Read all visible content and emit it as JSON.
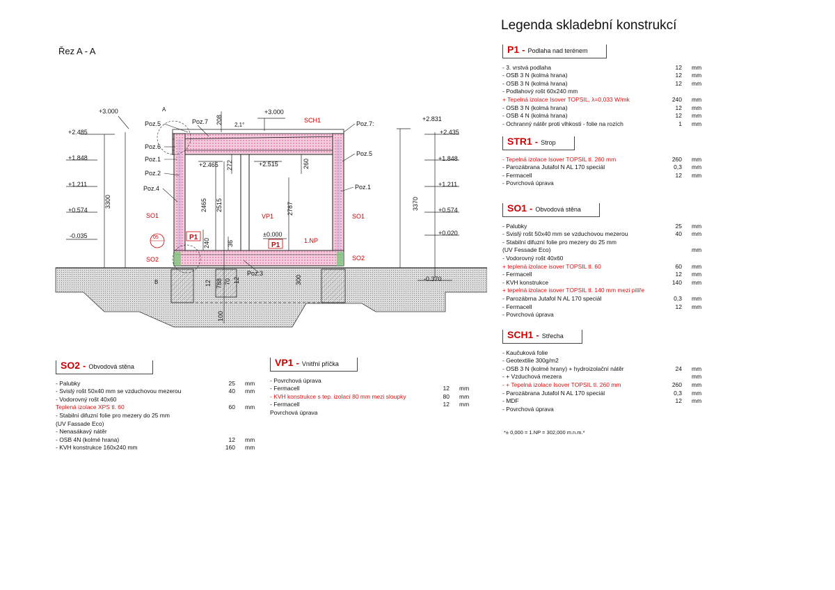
{
  "page_title": "Legenda skladební konstrukcí",
  "section_title": "Řez A - A",
  "drawing": {
    "elevations": {
      "left": [
        "+3.000",
        "+2.485",
        "+1.848",
        "+1.211",
        "+0.574",
        "-0.035"
      ],
      "right": [
        "+2.831",
        "+2.435",
        "+1.848",
        "+1.211",
        "+0.574",
        "+0.020",
        "-0.370"
      ],
      "center": [
        "+3.000",
        "+2.465",
        "+2.515",
        "±0.000"
      ]
    },
    "dims": {
      "left_total": "3300",
      "right_total": "3370",
      "top": "208",
      "d2465": "2465",
      "d2515": "2515",
      "d272": "272",
      "d260": "260",
      "d2787": "2787",
      "d240": "240",
      "d36": "36",
      "d12a": "12",
      "d788": "788",
      "d70": "70",
      "d12b": "12",
      "d300": "300",
      "d100": "100",
      "slope": "2,1°"
    },
    "pos_labels": [
      "Poz.5",
      "Poz.7",
      "Poz.6",
      "Poz.1",
      "Poz.2",
      "Poz.4",
      "Poz.7:",
      "Poz.5",
      "Poz.1",
      "Poz.3"
    ],
    "tags": {
      "SO1_left": "SO1",
      "SO1_right": "SO1",
      "VP1": "VP1",
      "SO2_left": "SO2",
      "SO2_right": "SO2",
      "P1_left": "P1",
      "P1_center": "P1",
      "SCH1": "SCH1",
      "NP": "1.NP",
      "detail": "05",
      "A": "A",
      "B": "B"
    }
  },
  "legend": {
    "P1": {
      "code": "P1",
      "name": "Podlaha nad terénem",
      "rows": [
        {
          "t": "- 3. vrstvá podlaha",
          "v": "12",
          "u": "mm"
        },
        {
          "t": "- OSB 3 N (kolmá hrana)",
          "v": "12",
          "u": "mm"
        },
        {
          "t": "- OSB 3 N (kolmá hrana)",
          "v": "12",
          "u": "mm"
        },
        {
          "t": "- Podlahový rošt 60x240 mm",
          "v": "",
          "u": ""
        },
        {
          "t": "   + Tepelná izolace Isover TOPSIL, λ=0,033 W/mk",
          "v": "240",
          "u": "mm",
          "red": true
        },
        {
          "t": "- OSB 3 N (kolmá hrana)",
          "v": "12",
          "u": "mm"
        },
        {
          "t": "- OSB 4 N (kolmá hrana)",
          "v": "12",
          "u": "mm"
        },
        {
          "t": "- Ochranný nátěr proti vlhkosti - folie na rozích",
          "v": "1",
          "u": "mm"
        }
      ]
    },
    "STR1": {
      "code": "STR1",
      "name": "Strop",
      "rows": [
        {
          "t": "- Tepelná izolace Isover TOPSIL tl. 260 mm",
          "v": "260",
          "u": "mm",
          "red": true
        },
        {
          "t": "- Parozábrana Jutafol N AL 170 speciál",
          "v": "0,3",
          "u": "mm"
        },
        {
          "t": "- Fermacell",
          "v": "12",
          "u": "mm"
        },
        {
          "t": "- Povrchová úprava",
          "v": "",
          "u": ""
        }
      ]
    },
    "SO1": {
      "code": "SO1",
      "name": "Obvodová stěna",
      "rows": [
        {
          "t": "- Palubky",
          "v": "25",
          "u": "mm"
        },
        {
          "t": "- Svislý rošt 50x40 mm se vzduchovou mezerou",
          "v": "40",
          "u": "mm"
        },
        {
          "t": "- Stabilní difuzní folie pro mezery do 25 mm",
          "v": "",
          "u": ""
        },
        {
          "t": "   (UV Fessade Eco)",
          "v": "",
          "u": "mm"
        },
        {
          "t": "- Vodorovný rošt 40x60",
          "v": "",
          "u": ""
        },
        {
          "t": "   + teplená izolace isover TOPSIL tl. 60",
          "v": "60",
          "u": "mm",
          "red": true
        },
        {
          "t": "- Fermacell",
          "v": "12",
          "u": "mm"
        },
        {
          "t": "- KVH konstrukce",
          "v": "140",
          "u": "mm"
        },
        {
          "t": "   + tepelná izolace isover TOPSIL tl. 140 mm mezi pilíře",
          "v": "",
          "u": "",
          "red": true
        },
        {
          "t": "- Parozábrna Jutafol N AL 170 speciál",
          "v": "0,3",
          "u": "mm"
        },
        {
          "t": "- Fermacell",
          "v": "12",
          "u": "mm"
        },
        {
          "t": "- Povrchová úprava",
          "v": "",
          "u": ""
        }
      ]
    },
    "SCH1": {
      "code": "SCH1",
      "name": "Střecha",
      "rows": [
        {
          "t": "- Kaučuková folie",
          "v": "",
          "u": ""
        },
        {
          "t": "- Geotextilie 300g/m2",
          "v": "",
          "u": ""
        },
        {
          "t": "- OSB 3 N (kolmé hrany) + hydroizolační nátěr",
          "v": "24",
          "u": "mm"
        },
        {
          "t": "- + Vzduchová mezera",
          "v": "",
          "u": "mm"
        },
        {
          "t": "- + Tepelná izolace Isover TOPSIL tl. 260 mm",
          "v": "260",
          "u": "mm",
          "red": true
        },
        {
          "t": "- Parozábrana Jutafol N AL 170 speciál",
          "v": "0,3",
          "u": "mm"
        },
        {
          "t": "- MDF",
          "v": "12",
          "u": "mm"
        },
        {
          "t": "- Povrchová úprava",
          "v": "",
          "u": ""
        }
      ]
    },
    "SO2": {
      "code": "SO2",
      "name": "Obvodová stěna",
      "rows": [
        {
          "t": "- Palubky",
          "v": "25",
          "u": "mm"
        },
        {
          "t": "- Svislý rošt 50x40 mm se vzduchovou mezerou",
          "v": "40",
          "u": "mm"
        },
        {
          "t": "- Vodorovný rošt 40x60",
          "v": "",
          "u": ""
        },
        {
          "t": "   Teplená izolace XPS tl. 60",
          "v": "60",
          "u": "mm",
          "red": true
        },
        {
          "t": "- Stabilní difuzní folie pro mezery do 25 mm",
          "v": "",
          "u": ""
        },
        {
          "t": "   (UV Fassade Eco)",
          "v": "",
          "u": ""
        },
        {
          "t": "- Nenasákavý nátěr",
          "v": "",
          "u": ""
        },
        {
          "t": "- OSB 4N (kolmé hrana)",
          "v": "12",
          "u": "mm"
        },
        {
          "t": "- KVH konstrukce 160x240 mm",
          "v": "160",
          "u": "mm"
        }
      ]
    },
    "VP1": {
      "code": "VP1",
      "name": "Vnitřní příčka",
      "rows": [
        {
          "t": "- Povrchová úprava",
          "v": "",
          "u": ""
        },
        {
          "t": "- Fermacell",
          "v": "12",
          "u": "mm"
        },
        {
          "t": "- KVH konstrukce s tep. izolací 80 mm mezi sloupky",
          "v": "80",
          "u": "mm",
          "red": true
        },
        {
          "t": "- Fermacell",
          "v": "12",
          "u": "mm"
        },
        {
          "t": "   Povrchová úprava",
          "v": "",
          "u": ""
        }
      ]
    },
    "note": "*± 0,000 = 1.NP = 302,000 m.n.m.*"
  },
  "colors": {
    "accent_red": "#cc1111",
    "insulation_pink": "#f2c4d4",
    "terrain_gray": "#d9d9d9",
    "line": "#222222"
  }
}
